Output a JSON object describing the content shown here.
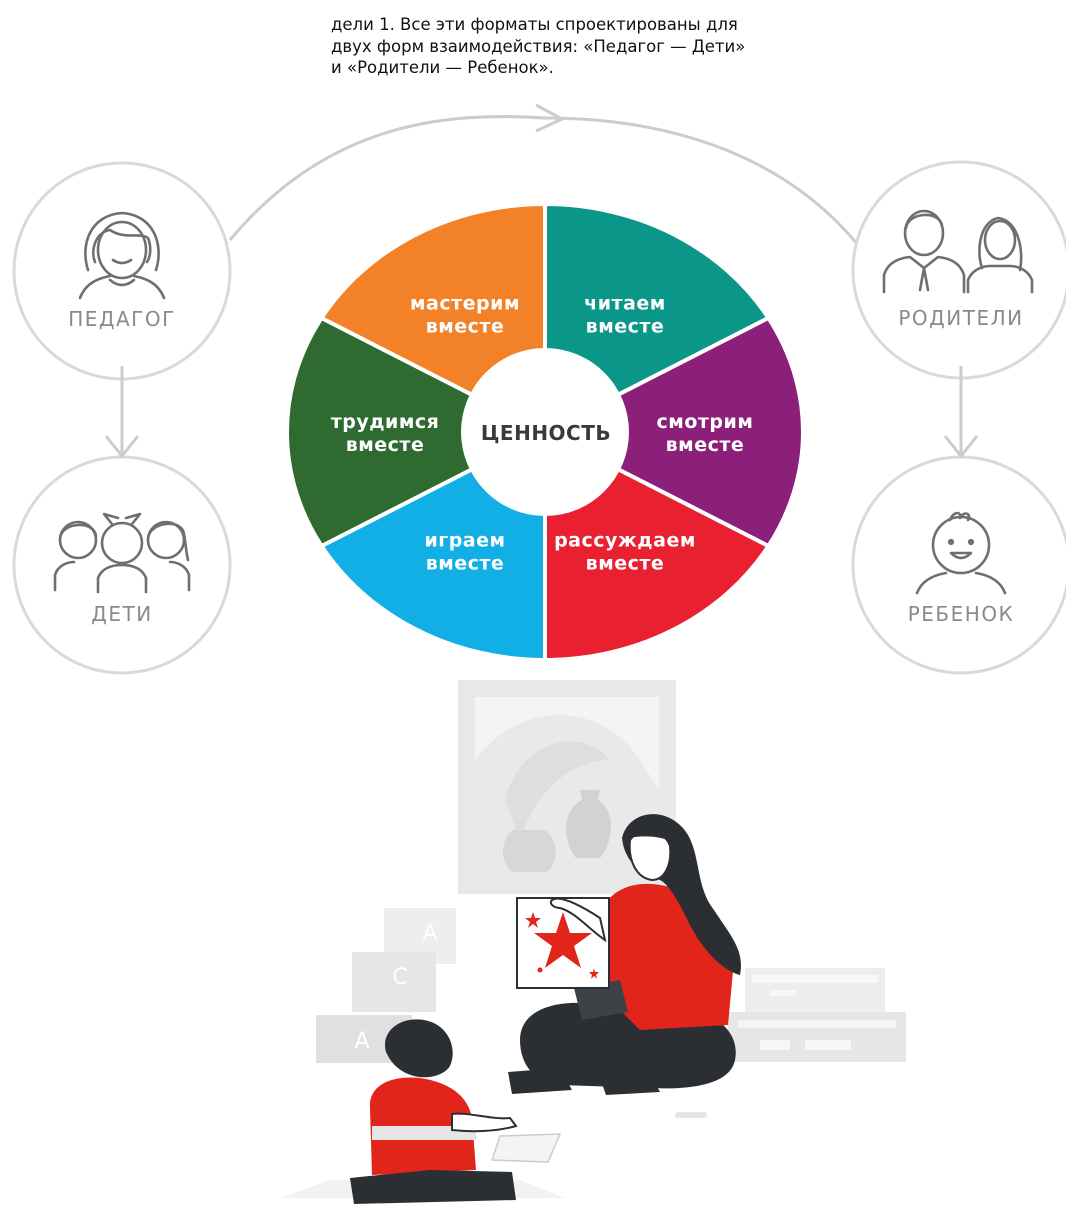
{
  "intro": {
    "lines": [
      "дели 1. Все эти форматы спроектированы для",
      "двух форм взаимодействия: «Педагог — Дети»",
      "и «Родители — Ребенок»."
    ]
  },
  "wheel": {
    "center": "ЦЕННОСТЬ",
    "segments": [
      {
        "id": "read",
        "line1": "читаем",
        "line2": "вместе",
        "color": "#0a9688"
      },
      {
        "id": "watch",
        "line1": "смотрим",
        "line2": "вместе",
        "color": "#8b1f7a"
      },
      {
        "id": "discuss",
        "line1": "рассуждаем",
        "line2": "вместе",
        "color": "#e8202f"
      },
      {
        "id": "play",
        "line1": "играем",
        "line2": "вместе",
        "color": "#12aee6"
      },
      {
        "id": "work",
        "line1": "трудимся",
        "line2": "вместе",
        "color": "#2f6b30"
      },
      {
        "id": "craft",
        "line1": "мастерим",
        "line2": "вместе",
        "color": "#f28127"
      }
    ]
  },
  "roles": {
    "teacher": "ПЕДАГОГ",
    "children": "ДЕТИ",
    "parents": "РОДИТЕЛИ",
    "child": "РЕБЕНОК"
  },
  "icons": [
    "teacher-icon",
    "children-icon",
    "parents-icon",
    "child-icon",
    "arrow-right-icon",
    "arrow-down-icon"
  ],
  "illustration": {
    "block_letters": [
      "A",
      "C",
      "A"
    ]
  },
  "colors": {
    "circle_stroke": "#d9d9d9",
    "arrow": "#cccccc",
    "illustration_red": "#e1251b",
    "illustration_dark": "#2b2f33"
  }
}
